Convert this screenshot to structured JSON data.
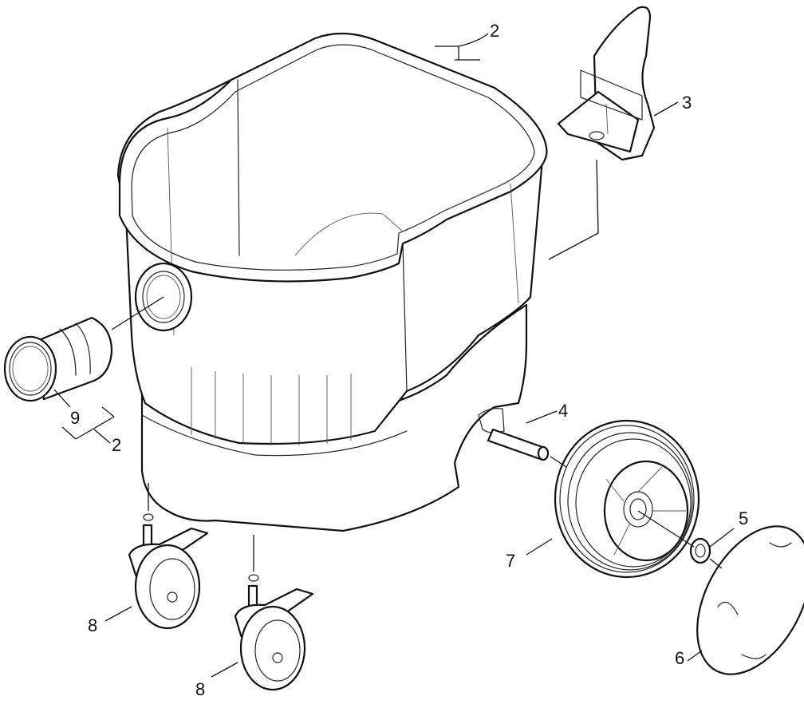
{
  "callouts": [
    {
      "id": "callout-2-top",
      "label": "2"
    },
    {
      "id": "callout-3",
      "label": "3"
    },
    {
      "id": "callout-4",
      "label": "4"
    },
    {
      "id": "callout-5",
      "label": "5"
    },
    {
      "id": "callout-6",
      "label": "6"
    },
    {
      "id": "callout-7",
      "label": "7"
    },
    {
      "id": "callout-8-left",
      "label": "8"
    },
    {
      "id": "callout-8-right",
      "label": "8"
    },
    {
      "id": "callout-9",
      "label": "9"
    },
    {
      "id": "callout-2-left",
      "label": "2"
    }
  ]
}
